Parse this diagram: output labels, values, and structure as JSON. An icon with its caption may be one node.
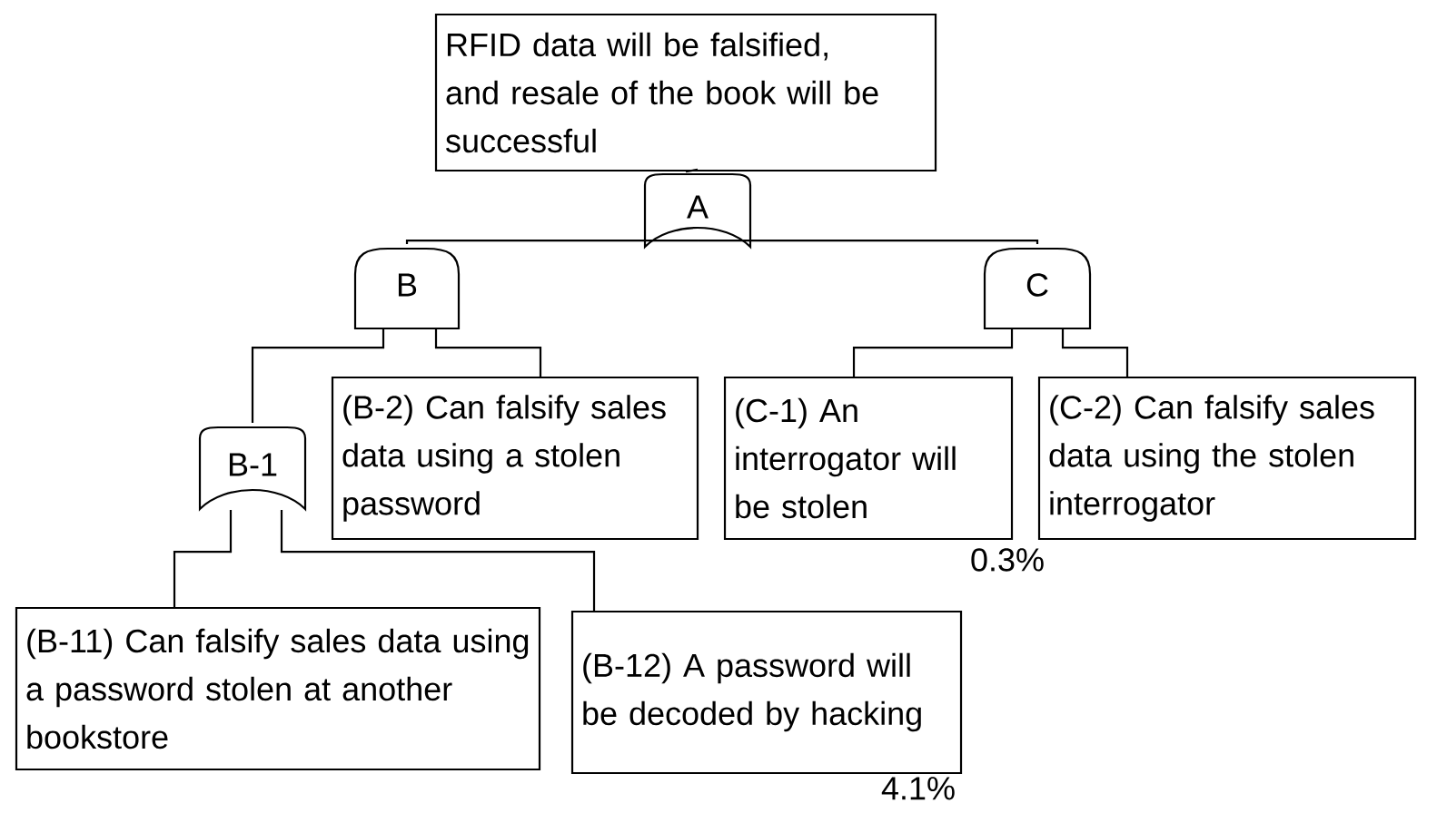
{
  "diagram": {
    "nodes": [
      {
        "text": [
          "RFID data will be falsified, and resale of the book will be successful"
        ]
      },
      {
        "text": [
          "A"
        ]
      },
      {
        "text": [
          "B"
        ]
      },
      {
        "text": [
          "C"
        ]
      },
      {
        "text": [
          "B-1"
        ]
      },
      {
        "text": [
          "(B-2) Can falsify sales data using a stolen password"
        ]
      },
      {
        "text": [
          "(C-1) An interrogator will be stolen"
        ],
        "beside": [
          "0.3%"
        ]
      },
      {
        "text": [
          "(C-2) Can falsify sales data using the stolen interrogator"
        ]
      },
      {
        "text": [
          "(B-11) Can falsify sales data using a password stolen at another bookstore"
        ]
      },
      {
        "text": [
          "(B-12) A password will be decoded by hacking"
        ],
        "beside": [
          "4.1%"
        ]
      }
    ],
    "edges": [
      {
        "from": 0,
        "to": 1,
        "arrow": "none"
      },
      {
        "from": 1,
        "to": 2,
        "arrow": "none"
      },
      {
        "from": 1,
        "to": 3,
        "arrow": "none"
      },
      {
        "from": 2,
        "to": 4,
        "arrow": "none"
      },
      {
        "from": 2,
        "to": 5,
        "arrow": "none"
      },
      {
        "from": 3,
        "to": 6,
        "arrow": "none"
      },
      {
        "from": 3,
        "to": 7,
        "arrow": "none"
      },
      {
        "from": 4,
        "to": 8,
        "arrow": "none"
      },
      {
        "from": 4,
        "to": 9,
        "arrow": "none"
      }
    ]
  }
}
